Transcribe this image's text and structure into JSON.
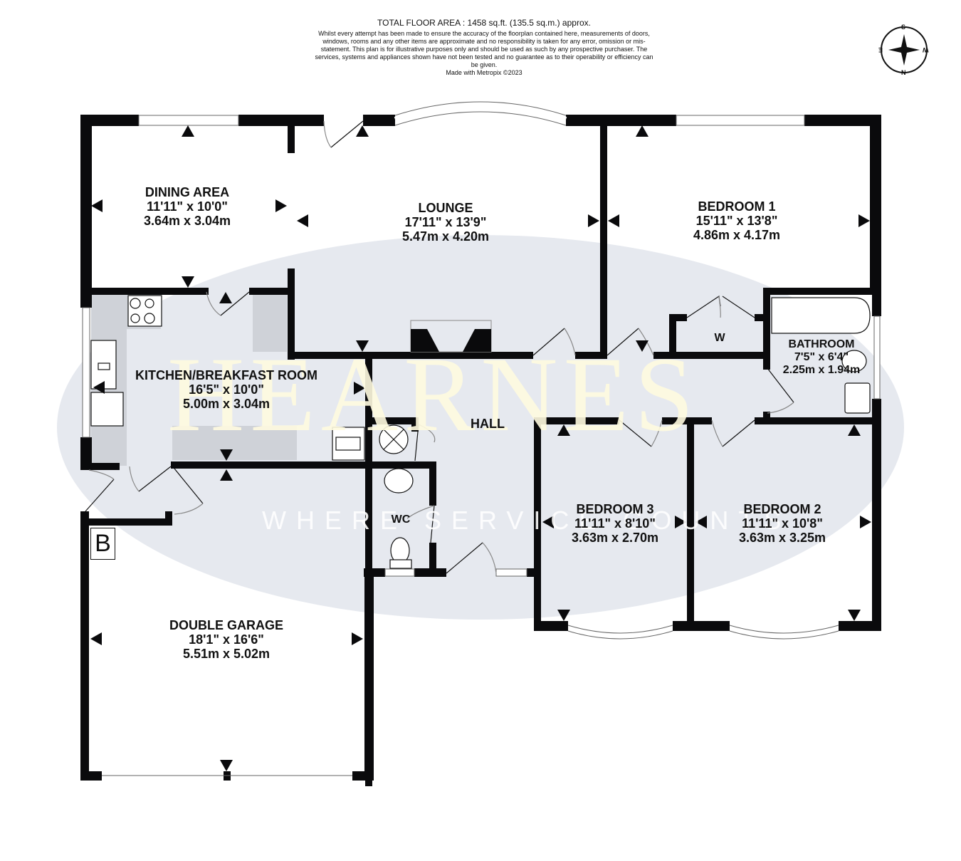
{
  "header": {
    "total_floor_area": "TOTAL FLOOR AREA : 1458 sq.ft. (135.5 sq.m.) approx.",
    "disclaimer": "Whilst every attempt has been made to ensure the accuracy of the floorplan contained here, measurements of doors, windows, rooms and any other items are approximate and no responsibility is taken for any error, omission or mis-statement. This plan is for illustrative purposes only and should be used as such by any prospective purchaser. The services, systems and appliances shown have not been tested and no guarantee as to their operability or efficiency can be given.",
    "credit": "Made with Metropix ©2023"
  },
  "compass": {
    "icon": "compass-rose-icon",
    "top": "S",
    "bottom": "N",
    "left": "E",
    "right": "W"
  },
  "watermark": {
    "brand": "HEARNES",
    "tagline": "WHERE SERVICE COUNTS",
    "ellipse_color": "#e6e9ef",
    "brand_color": "#fffbe0"
  },
  "rooms": {
    "dining": {
      "name": "DINING AREA",
      "imperial": "11'11\"  x 10'0\"",
      "metric": "3.64m  x 3.04m"
    },
    "lounge": {
      "name": "LOUNGE",
      "imperial": "17'11\"  x 13'9\"",
      "metric": "5.47m  x 4.20m"
    },
    "bedroom1": {
      "name": "BEDROOM 1",
      "imperial": "15'11\"  x 13'8\"",
      "metric": "4.86m  x 4.17m"
    },
    "bathroom": {
      "name": "BATHROOM",
      "imperial": "7'5\"  x 6'4\"",
      "metric": "2.25m  x 1.94m"
    },
    "wardrobe": {
      "name": "W"
    },
    "kitchen": {
      "name": "KITCHEN/BREAKFAST ROOM",
      "imperial": "16'5\"  x 10'0\"",
      "metric": "5.00m  x 3.04m"
    },
    "hall": {
      "name": "HALL"
    },
    "wc": {
      "name": "WC"
    },
    "bedroom3": {
      "name": "BEDROOM 3",
      "imperial": "11'11\"  x 8'10\"",
      "metric": "3.63m  x 2.70m"
    },
    "bedroom2": {
      "name": "BEDROOM 2",
      "imperial": "11'11\"  x 10'8\"",
      "metric": "3.63m  x 3.25m"
    },
    "garage": {
      "name": "DOUBLE GARAGE",
      "imperial": "18'1\"  x 16'6\"",
      "metric": "5.51m  x 5.02m"
    }
  },
  "symbols": {
    "boiler_label": "B"
  }
}
